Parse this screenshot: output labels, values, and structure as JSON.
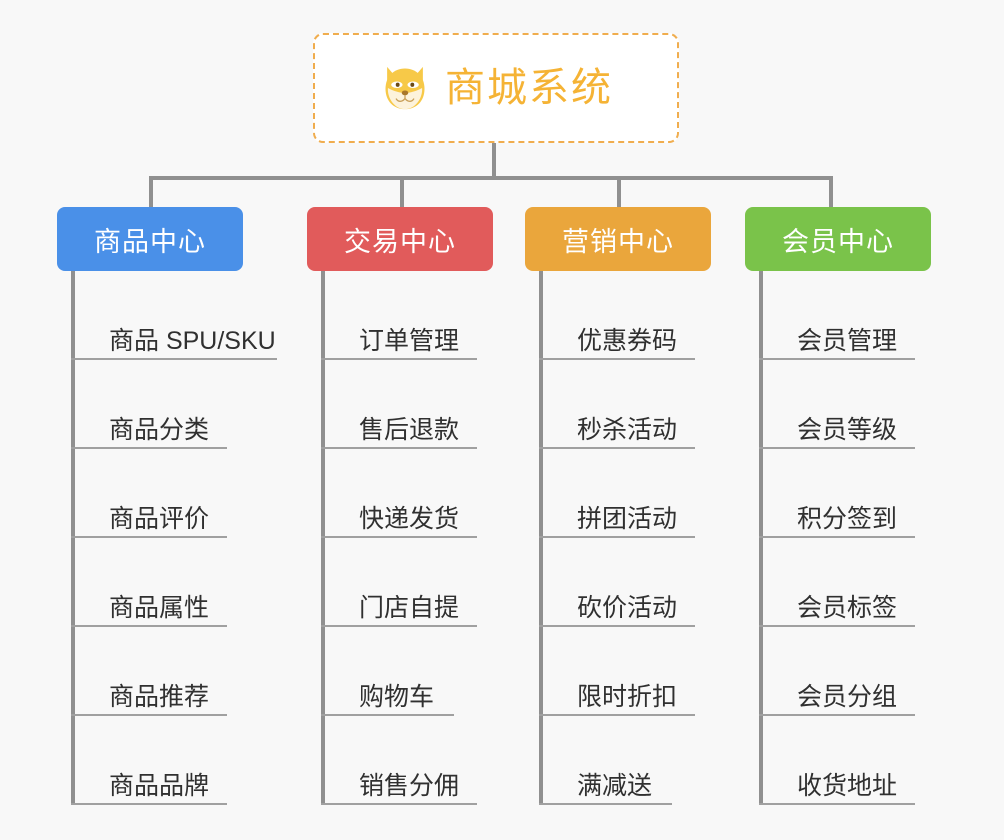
{
  "diagram": {
    "type": "org-chart",
    "title": "商城系统",
    "background_color": "#f8f8f8",
    "root": {
      "label": "商城系统",
      "icon": "shiba-dog-icon",
      "text_color": "#f5b335",
      "border_color": "#f0ad4e",
      "fill_color": "#ffffff"
    },
    "connector_color": "#909090",
    "branches": [
      {
        "label": "商品中心",
        "color": "#4a90e8",
        "items": [
          "商品 SPU/SKU",
          "商品分类",
          "商品评价",
          "商品属性",
          "商品推荐",
          "商品品牌"
        ]
      },
      {
        "label": "交易中心",
        "color": "#e15b5b",
        "items": [
          "订单管理",
          "售后退款",
          "快递发货",
          "门店自提",
          "购物车",
          "销售分佣"
        ]
      },
      {
        "label": "营销中心",
        "color": "#eaa63c",
        "items": [
          "优惠券码",
          "秒杀活动",
          "拼团活动",
          "砍价活动",
          "限时折扣",
          "满减送"
        ]
      },
      {
        "label": "会员中心",
        "color": "#7ac34a",
        "items": [
          "会员管理",
          "会员等级",
          "积分签到",
          "会员标签",
          "会员分组",
          "收货地址"
        ]
      }
    ]
  }
}
